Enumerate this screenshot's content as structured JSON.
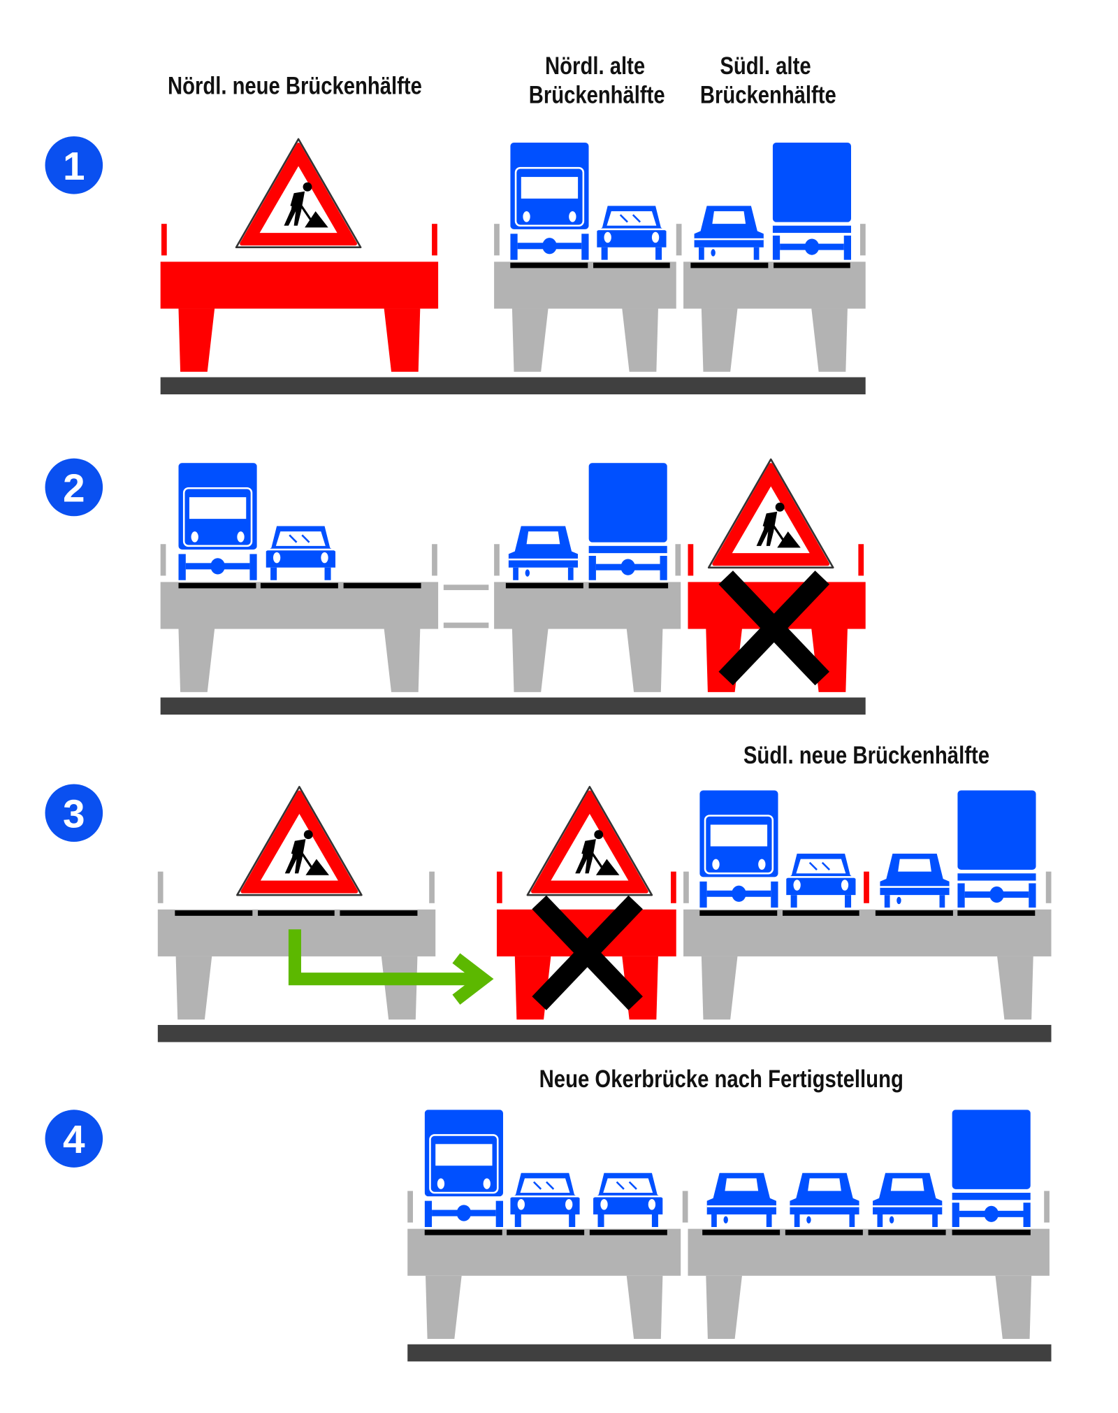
{
  "labels": {
    "north_new_half": "Nördl. neue Brückenhälfte",
    "north_old_line1": "Nördl. alte",
    "north_old_line2": "Brückenhälfte",
    "south_old_line1": "Südl. alte",
    "south_old_line2": "Brückenhälfte",
    "south_new_half": "Südl. neue Brückenhälfte",
    "final_bridge": "Neue Okerbrücke nach Fertigstellung"
  },
  "steps": [
    "1",
    "2",
    "3",
    "4"
  ],
  "colors": {
    "vehicle_blue": "#0050ff",
    "construction_red": "#ff0000",
    "bridge_gray": "#b3b3b3",
    "ground_dark": "#404040",
    "lane_black": "#000000",
    "arrow_green": "#5cb800",
    "step_circle_blue": "#0a50f0"
  }
}
